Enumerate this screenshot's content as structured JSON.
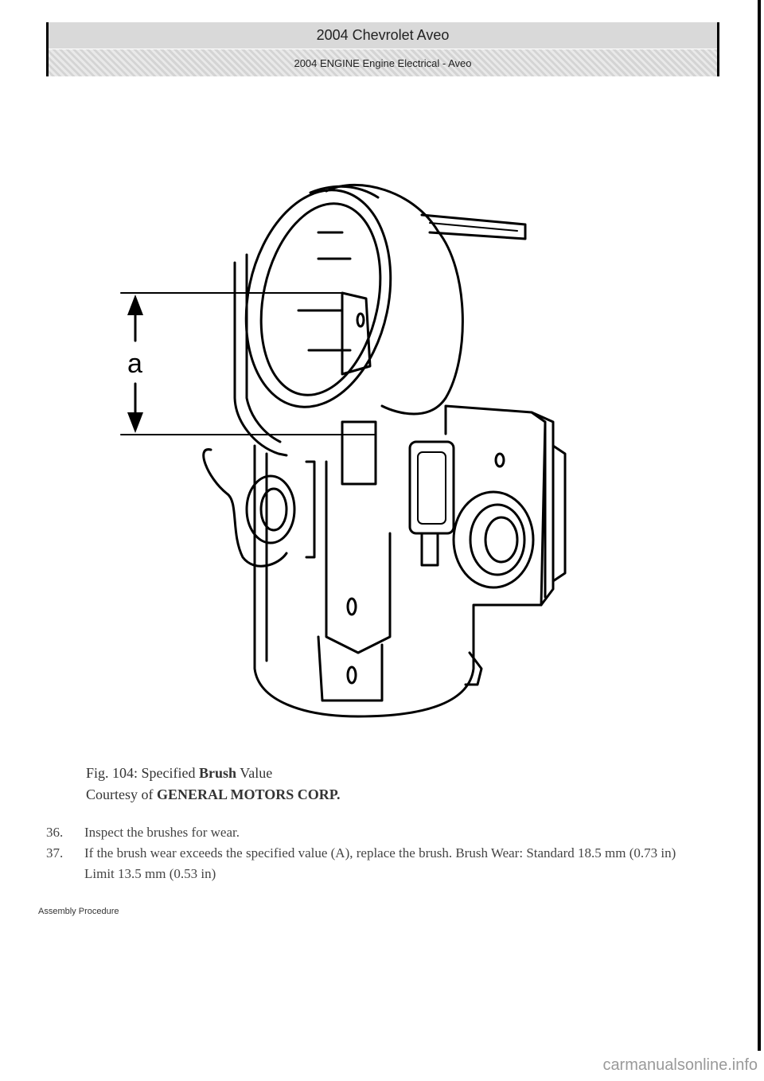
{
  "header": {
    "title": "2004 Chevrolet Aveo",
    "subtitle": "2004 ENGINE Engine Electrical - Aveo"
  },
  "figure": {
    "dimension_label": "a"
  },
  "caption": {
    "line1_prefix": "Fig. 104: Specified",
    "line1_bold": "Brush",
    "line1_suffix": "Value",
    "line2_prefix": "Courtesy of",
    "line2_bold": "GENERAL MOTORS CORP."
  },
  "steps": [
    {
      "number": "36.",
      "text": "Inspect the brushes for wear."
    },
    {
      "number": "37.",
      "text": "If the brush wear exceeds the specified value (A), replace the brush. Brush Wear: Standard 18.5 mm (0.73 in) Limit 13.5 mm (0.53 in)"
    }
  ],
  "section_label": "Assembly Procedure",
  "watermark": "carmanualsonline.info"
}
